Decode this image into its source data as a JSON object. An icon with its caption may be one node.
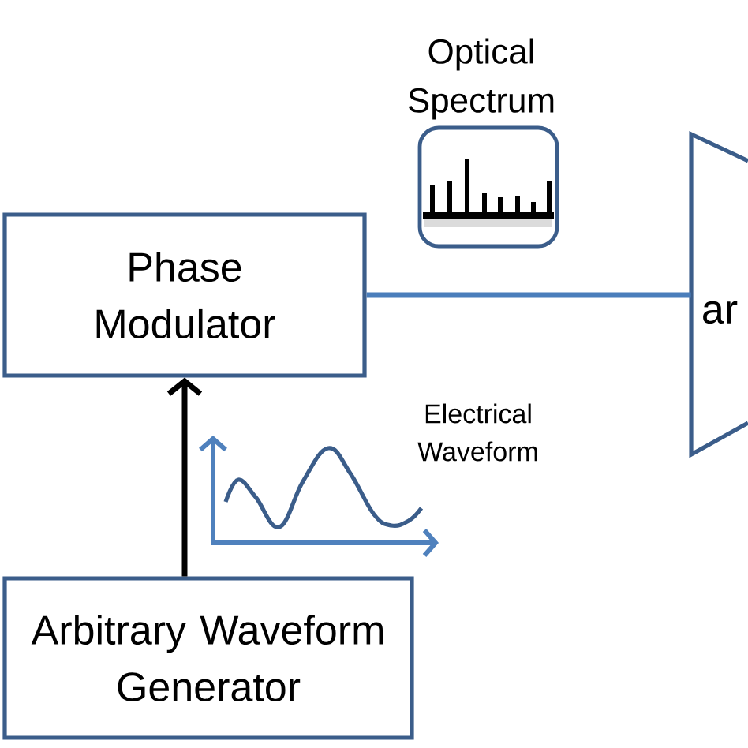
{
  "diagram": {
    "nodes": [
      {
        "text": [
          "Phase Modulator"
        ]
      },
      {
        "text": [
          "ar"
        ]
      },
      {
        "text": [
          "Arbitrary Waveform Generator"
        ]
      }
    ],
    "edges": [
      {
        "from": 0,
        "to": 1,
        "arrow": "none",
        "color": "#4a7ebb"
      },
      {
        "from": 2,
        "to": 0,
        "arrow": "to",
        "color": "#000000"
      }
    ],
    "labels": [
      "Optical Spectrum",
      "Electrical Waveform"
    ]
  }
}
